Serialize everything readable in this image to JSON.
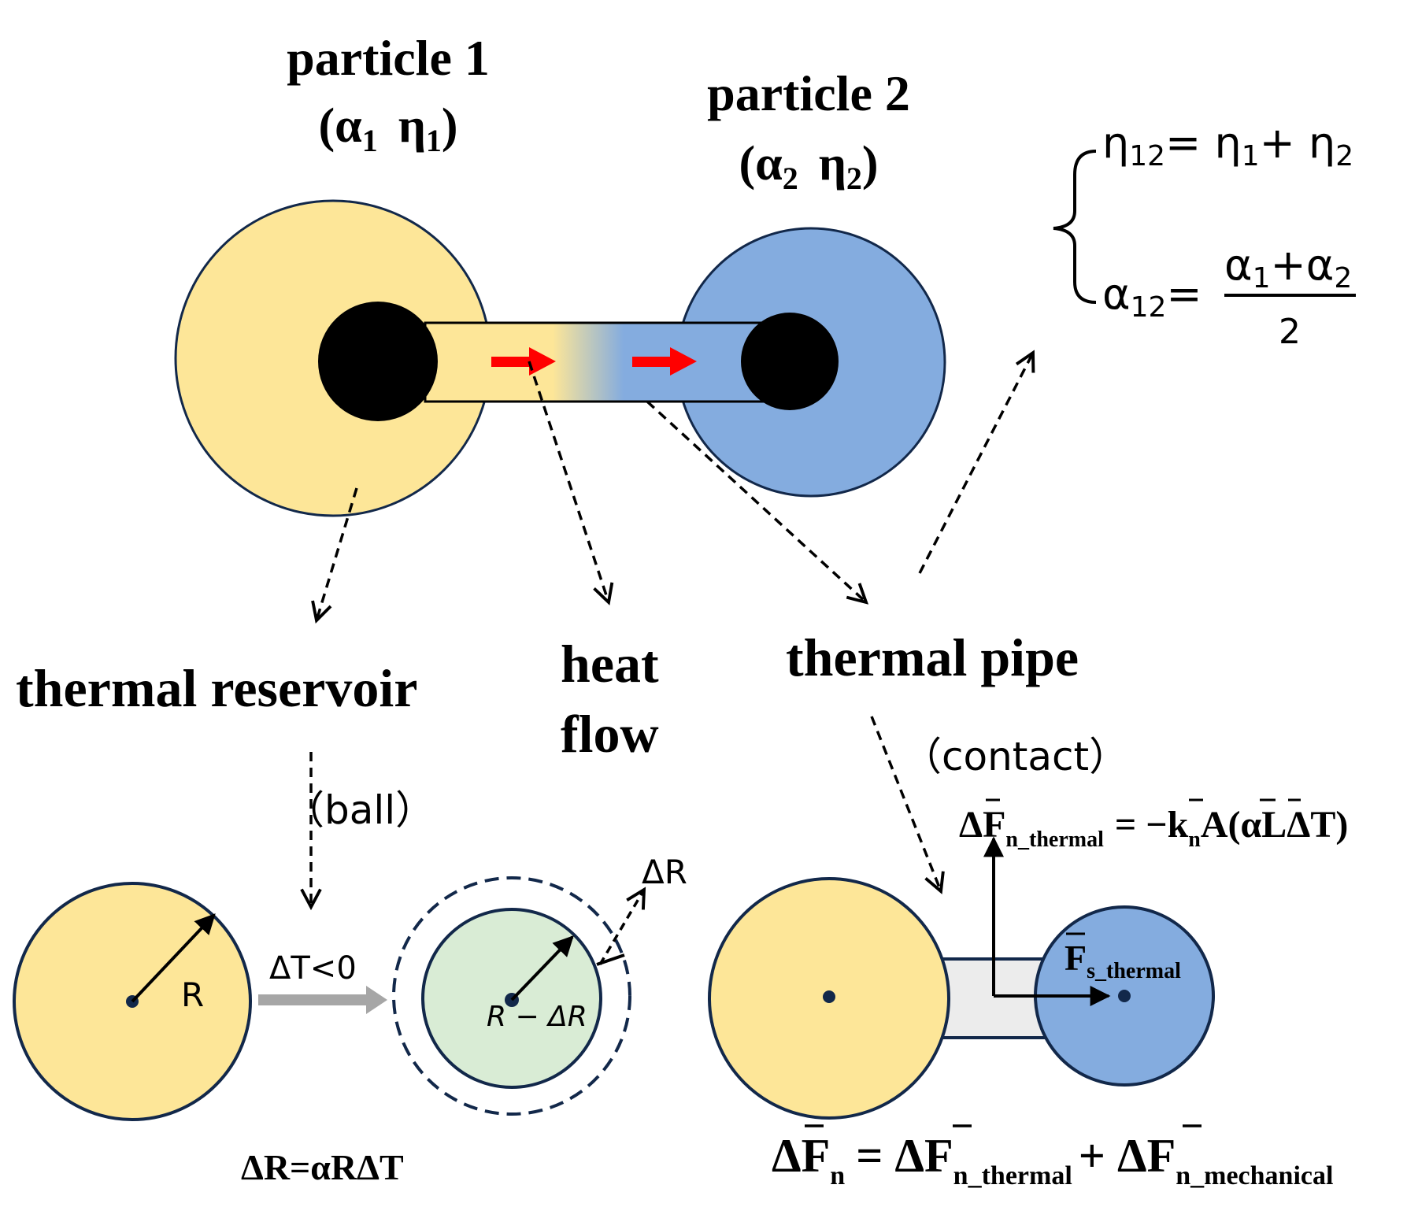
{
  "colors": {
    "reservoir": "#fde698",
    "pipe_blue": "#84acdf",
    "expanded_ball": "#d9ecd5",
    "contact_pipe": "#ececec",
    "outline": "#12284a",
    "heat_arrow": "#ff0000",
    "gray_arrow": "#a6a6a6"
  },
  "particle1": {
    "name": "particle 1",
    "params": "(α",
    "a_sub": "1",
    "eta": "η",
    "e_sub": "1",
    "close": ")"
  },
  "particle2": {
    "name": "particle 2",
    "params": "(α",
    "a_sub": "2",
    "eta": "η",
    "e_sub": "2",
    "close": ")"
  },
  "formula_eta": {
    "lhs": "η",
    "lhs_sub": "12",
    "rhs": "= η",
    "r1_sub": "1",
    "plus": "+ η",
    "r2_sub": "2"
  },
  "formula_alpha": {
    "lhs": "α",
    "lhs_sub": "12",
    "eq": "=",
    "num": "α",
    "num_sub1": "1",
    "num_plus": "+α",
    "num_sub2": "2",
    "den": "2"
  },
  "labels": {
    "thermal_reservoir": "thermal reservoir",
    "heat": "heat",
    "flow": "flow",
    "thermal_pipe": "thermal pipe",
    "ball": "（ball）",
    "contact": "（contact）"
  },
  "ball_panel": {
    "radius": "R",
    "delta_t": "ΔT<0",
    "radius_new": "R − ΔR",
    "delta_r": "ΔR",
    "equation": "ΔR=αRΔT"
  },
  "contact_panel": {
    "fn_thermal": "ΔF",
    "fn_thermal_sub": "n_thermal",
    "fn_rhs": "= −k",
    "fn_rhs_sub": "n",
    "fn_rhs_tail": "A(αLΔT)",
    "fs": "F",
    "fs_sub": "s_thermal",
    "total_lhs": "ΔF",
    "total_lhs_sub": "n",
    "total_eq": "= ΔF",
    "total_t_sub": "n_thermal",
    "total_plus": "+ ΔF",
    "total_m_sub": "n_mechanical"
  }
}
